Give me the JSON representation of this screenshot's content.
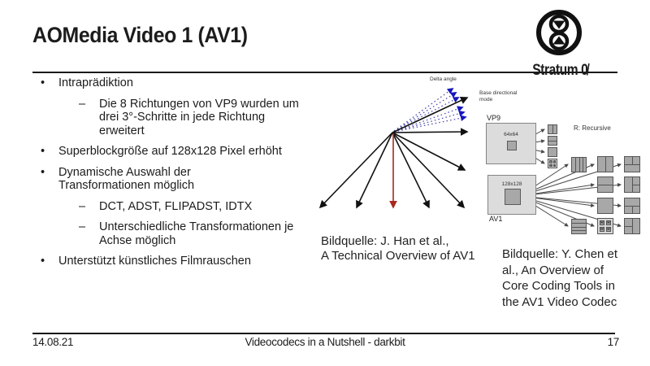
{
  "title": "AOMedia Video 1 (AV1)",
  "logo": {
    "caption": "Stratum 0̸"
  },
  "bullet_glyphs": {
    "l1": "•",
    "l2": "–"
  },
  "bullets": [
    {
      "level": 1,
      "text": "Intraprädiktion"
    },
    {
      "level": 2,
      "text": "Die 8 Richtungen von VP9 wurden um\ndrei 3°-Schritte in jede Richtung\nerweitert"
    },
    {
      "level": 1,
      "text": "Superblockgröße auf 128x128 Pixel erhöht"
    },
    {
      "level": 1,
      "text": "Dynamische Auswahl der\nTransformationen möglich"
    },
    {
      "level": 2,
      "text": "DCT, ADST, FLIPADST, IDTX"
    },
    {
      "level": 2,
      "text": "Unterschiedliche Transformationen je\nAchse möglich"
    },
    {
      "level": 1,
      "text": "Unterstützt künstliches Filmrauschen"
    }
  ],
  "fan_diagram": {
    "delta_label": "Delta angle",
    "base_label": "Base directional\nmode",
    "black_directions": 7,
    "red_directions": 1,
    "delta_arrows_per_side": 3
  },
  "block_diagram": {
    "vp9_label": "VP9",
    "av1_label": "AV1",
    "vp9_block_size": "64x64",
    "av1_block_size": "128x128",
    "recursive_label": "R: Recursive",
    "r_label": "R"
  },
  "captions": {
    "han": "Bildquelle: J. Han et al.,\nA Technical Overview of AV1",
    "chen": "Bildquelle: Y. Chen et\nal., An Overview of\nCore Coding Tools in\nthe AV1 Video Codec"
  },
  "footer": {
    "date": "14.08.21",
    "deck_title": "Videocodecs in a Nutshell - darkbit",
    "page": "17"
  },
  "colors": {
    "ink": "#1c1c1c",
    "delta_blue": "#1616c0",
    "arrow_red": "#a8281f",
    "box_gray": "#dcdcdc",
    "icon_gray": "#a8a8a8"
  }
}
